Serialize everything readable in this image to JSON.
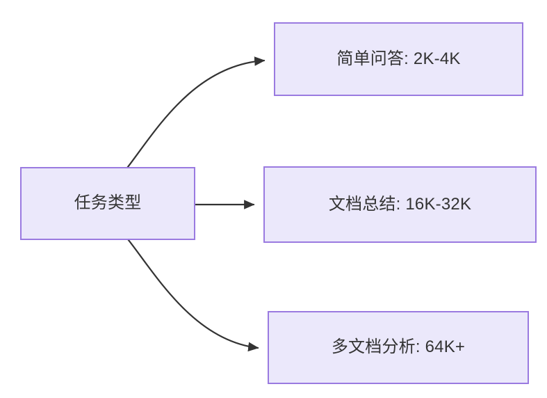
{
  "diagram": {
    "background_color": "#ffffff",
    "node_fill_color": "#ebe8fb",
    "node_border_color": "#9a7ae0",
    "node_text_color": "#333333",
    "edge_color": "#333333",
    "root": {
      "id": "task-type",
      "label": "任务类型"
    },
    "branches": [
      {
        "id": "simple-qa",
        "label": "简单问答: 2K-4K",
        "edge_style": "curved"
      },
      {
        "id": "doc-summary",
        "label": "文档总结: 16K-32K",
        "edge_style": "straight"
      },
      {
        "id": "multi-doc",
        "label": "多文档分析: 64K+",
        "edge_style": "curved"
      }
    ]
  }
}
